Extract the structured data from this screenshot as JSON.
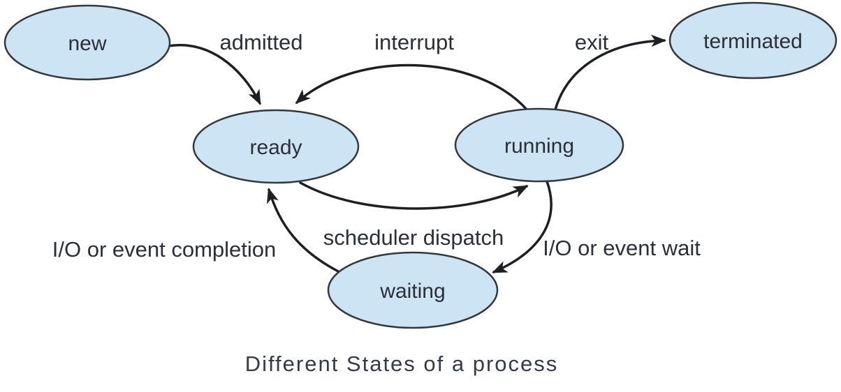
{
  "title": "Different States of a process",
  "caption": "Different States of a process",
  "colors": {
    "node_fill": "#cde4f4",
    "node_stroke": "#33383d",
    "edge": "#1d1f22",
    "label": "#2a2f38",
    "caption": "#333a49"
  },
  "states": [
    {
      "id": "new",
      "label": "new"
    },
    {
      "id": "ready",
      "label": "ready"
    },
    {
      "id": "running",
      "label": "running"
    },
    {
      "id": "waiting",
      "label": "waiting"
    },
    {
      "id": "terminated",
      "label": "terminated"
    }
  ],
  "transitions": [
    {
      "id": "admitted",
      "from": "new",
      "to": "ready",
      "label": "admitted"
    },
    {
      "id": "interrupt",
      "from": "running",
      "to": "ready",
      "label": "interrupt"
    },
    {
      "id": "exit",
      "from": "running",
      "to": "terminated",
      "label": "exit"
    },
    {
      "id": "scheduler-dispatch",
      "from": "ready",
      "to": "running",
      "label": "scheduler dispatch"
    },
    {
      "id": "io-event-wait",
      "from": "running",
      "to": "waiting",
      "label": "I/O or event wait"
    },
    {
      "id": "io-event-completion",
      "from": "waiting",
      "to": "ready",
      "label": "I/O or event completion"
    }
  ]
}
